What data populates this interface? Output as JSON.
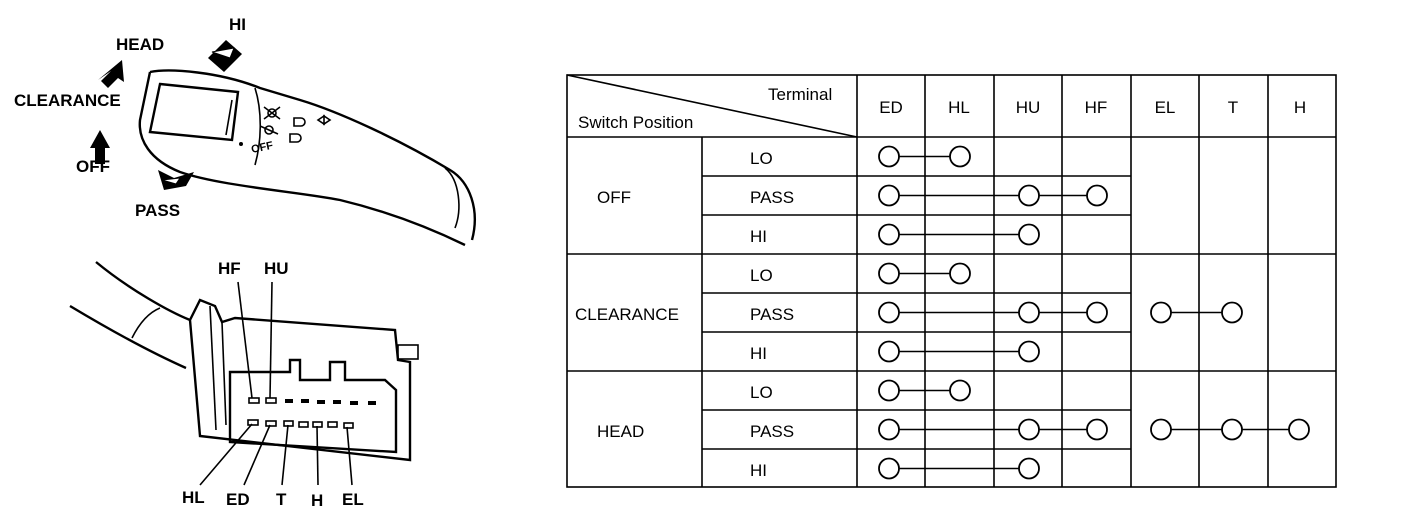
{
  "switch_illustration": {
    "labels": {
      "hi": "HI",
      "head": "HEAD",
      "clearance": "CLEARANCE",
      "off": "OFF",
      "pass": "PASS"
    },
    "lever_markings": [
      "OFF"
    ]
  },
  "connector_illustration": {
    "top_labels": [
      "HF",
      "HU"
    ],
    "bottom_labels": [
      "HL",
      "ED",
      "T",
      "H",
      "EL"
    ]
  },
  "table": {
    "header_terminal": "Terminal",
    "header_switch_position": "Switch Position",
    "terminals": [
      "ED",
      "HL",
      "HU",
      "HF",
      "EL",
      "T",
      "H"
    ],
    "groups": [
      {
        "name": "OFF",
        "rows": [
          {
            "position": "LO",
            "connected": [
              [
                "ED",
                "HL"
              ]
            ]
          },
          {
            "position": "PASS",
            "connected": [
              [
                "ED",
                "HU",
                "HF"
              ]
            ]
          },
          {
            "position": "HI",
            "connected": [
              [
                "ED",
                "HU"
              ]
            ]
          }
        ]
      },
      {
        "name": "CLEARANCE",
        "rows": [
          {
            "position": "LO",
            "connected": [
              [
                "ED",
                "HL"
              ]
            ]
          },
          {
            "position": "PASS",
            "connected": [
              [
                "ED",
                "HU",
                "HF"
              ],
              [
                "EL",
                "T"
              ]
            ]
          },
          {
            "position": "HI",
            "connected": [
              [
                "ED",
                "HU"
              ]
            ]
          }
        ]
      },
      {
        "name": "HEAD",
        "rows": [
          {
            "position": "LO",
            "connected": [
              [
                "ED",
                "HL"
              ]
            ]
          },
          {
            "position": "PASS",
            "connected": [
              [
                "ED",
                "HU",
                "HF"
              ],
              [
                "EL",
                "T",
                "H"
              ]
            ]
          },
          {
            "position": "HI",
            "connected": [
              [
                "ED",
                "HU"
              ]
            ]
          }
        ]
      }
    ]
  }
}
